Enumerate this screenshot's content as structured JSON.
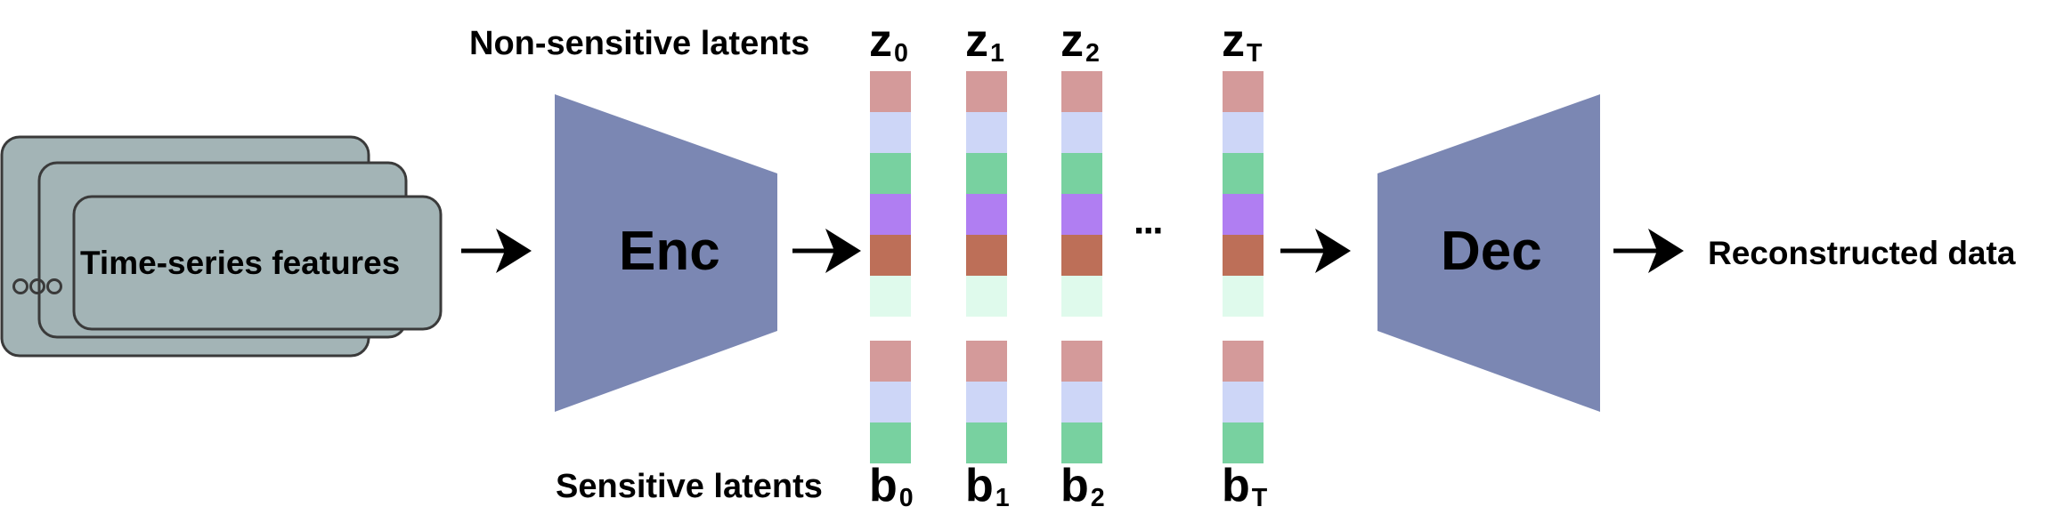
{
  "input": {
    "label": "Time-series features",
    "dots_icon": "ellipsis-circles-icon"
  },
  "encoder": {
    "label": "Enc"
  },
  "decoder": {
    "label": "Dec"
  },
  "output": {
    "label": "Reconstructed data"
  },
  "nonsensitive": {
    "label": "Non-sensitive latents",
    "symbols": [
      {
        "base": "z",
        "sub": "0"
      },
      {
        "base": "z",
        "sub": "1"
      },
      {
        "base": "z",
        "sub": "2"
      },
      {
        "base": "z",
        "sub": "T"
      }
    ]
  },
  "sensitive": {
    "label": "Sensitive latents",
    "symbols": [
      {
        "base": "b",
        "sub": "0"
      },
      {
        "base": "b",
        "sub": "1"
      },
      {
        "base": "b",
        "sub": "2"
      },
      {
        "base": "b",
        "sub": "T"
      }
    ]
  },
  "ellipsis": "···",
  "colors": {
    "card_fill": "#a3b4b6",
    "card_stroke": "#3a3a3a",
    "trapezoid": "#7b87b3",
    "nonsensitive_cells": [
      "#d49a9a",
      "#cdd6f7",
      "#78d1a0",
      "#b07ef2",
      "#bd6f58",
      "#dffaec"
    ],
    "sensitive_cells": [
      "#d49a9a",
      "#cdd6f7",
      "#78d1a0"
    ]
  }
}
